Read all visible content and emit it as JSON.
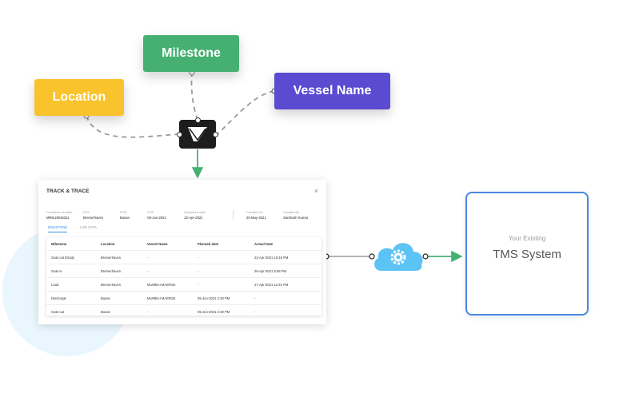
{
  "tags": {
    "location": {
      "label": "Location",
      "color": "#f8c32c"
    },
    "milestone": {
      "label": "Milestone",
      "color": "#45b072"
    },
    "vessel": {
      "label": "Vessel Name",
      "color": "#5b4bd0"
    }
  },
  "panel": {
    "title": "TRACK & TRACE",
    "close": "×",
    "info": [
      {
        "label": "Container Number",
        "value": "MRKU9046321"
      },
      {
        "label": "POL",
        "value": "Bremerhaven"
      },
      {
        "label": "POD",
        "value": "Busan"
      },
      {
        "label": "ETA",
        "value": "05-Jun-2021"
      },
      {
        "label": "Departure date",
        "value": "22-Apr-2021"
      },
      {
        "label": "Created On",
        "value": "20-May-2021"
      },
      {
        "label": "Created By",
        "value": "Santhosh Kumar"
      }
    ],
    "tabs": [
      "MILESTONE",
      "LIVE DATA"
    ],
    "columns": [
      "Milestone",
      "Location",
      "Vessel Name",
      "Planned date",
      "Actual Date"
    ],
    "rows": [
      [
        "Gate out Empty",
        "Bremerhaven",
        "-",
        "-",
        "22-Apr-2021 10:45 PM"
      ],
      [
        "Gate in",
        "Bremerhaven",
        "-",
        "-",
        "26-Apr-2021 5:08 PM"
      ],
      [
        "Load",
        "Bremerhaven",
        "MUMBAI MAERSK",
        "-",
        "27-Apr-2021 12:40 PM"
      ],
      [
        "Discharge",
        "Busan",
        "MUMBAI MAERSK",
        "05-Jun-2021 2:30 PM",
        "-"
      ],
      [
        "Gate out",
        "Busan",
        "-",
        "05-Jun-2021 2:30 PM",
        "-"
      ]
    ]
  },
  "tms": {
    "subtitle": "Your Existing",
    "title": "TMS System",
    "border_color": "#4a88e0"
  },
  "colors": {
    "arrow": "#45b072",
    "cloud": "#5cc3f5",
    "hub": "#1d1d1d"
  }
}
